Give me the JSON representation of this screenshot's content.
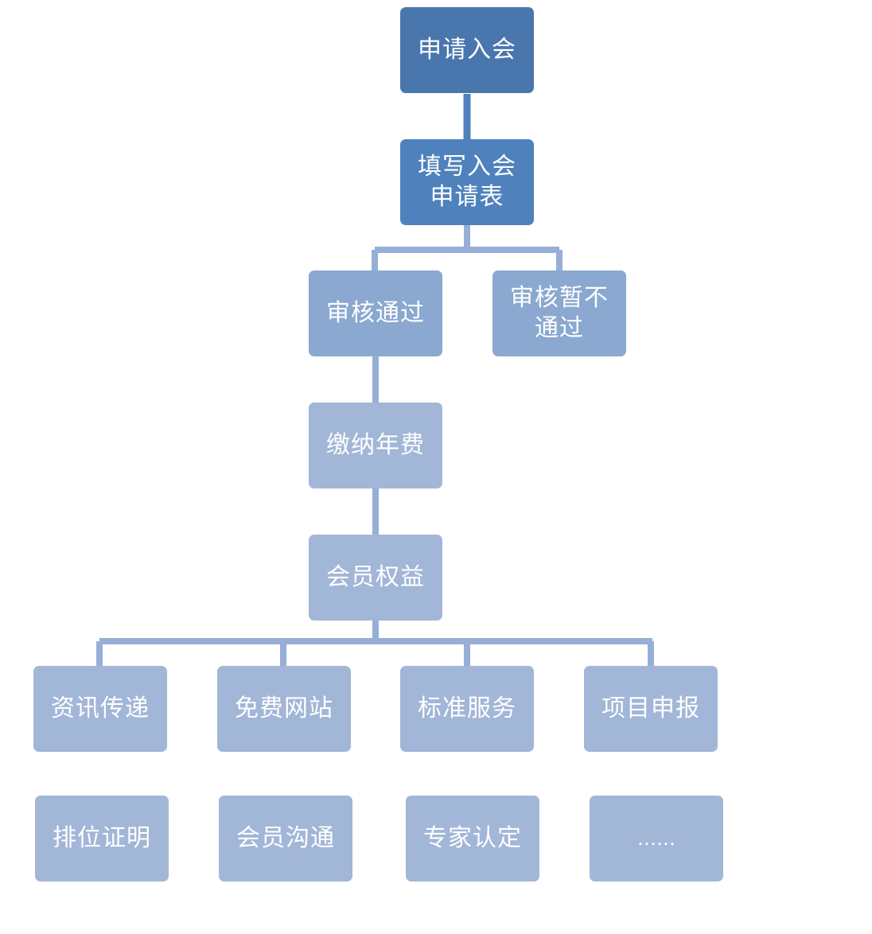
{
  "colors": {
    "level1": "#4a76ae",
    "level2": "#4f81bd",
    "level3": "#8aa8d0",
    "level4": "#a2b6d7",
    "connector_dark": "#4f81bd",
    "connector_light": "#97afd6"
  },
  "nodes": {
    "apply": "申请入会",
    "fill_form": "填写入会\n申请表",
    "approved": "审核通过",
    "not_approved": "审核暂不\n通过",
    "pay_fee": "缴纳年费",
    "member_rights": "会员权益",
    "info_delivery": "资讯传递",
    "free_website": "免费网站",
    "standard_service": "标准服务",
    "project_report": "项目申报",
    "ranking_certificate": "排位证明",
    "member_communication": "会员沟通",
    "expert_certification": "专家认定",
    "more": "……"
  }
}
